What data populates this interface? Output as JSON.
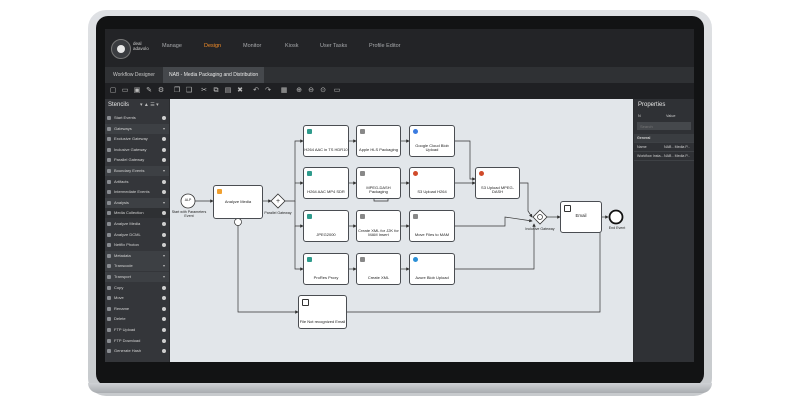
{
  "app": {
    "brand": "deal adavolo",
    "nav": [
      "Manage",
      "Design",
      "Monitor",
      "Kiosk",
      "User Tasks",
      "Profile Editor"
    ],
    "active_nav": "Design"
  },
  "tabs": [
    {
      "label": "Workflow Designer",
      "active": false
    },
    {
      "label": "NAB - Media Packaging and Distribution",
      "active": true
    }
  ],
  "stencils": {
    "title": "Stencils",
    "rows": [
      {
        "label": "Start Events",
        "kind": "item"
      },
      {
        "label": "Gateways",
        "kind": "cat"
      },
      {
        "label": "Exclusive Gateway",
        "kind": "item"
      },
      {
        "label": "Inclusive Gateway",
        "kind": "item"
      },
      {
        "label": "Parallel Gateway",
        "kind": "item"
      },
      {
        "label": "Boundary Events",
        "kind": "cat"
      },
      {
        "label": "Artifacts",
        "kind": "item"
      },
      {
        "label": "Intermediate Events",
        "kind": "item"
      },
      {
        "label": "Analysis",
        "kind": "cat"
      },
      {
        "label": "Media Collection",
        "kind": "sub"
      },
      {
        "label": "Analyze Media",
        "kind": "item"
      },
      {
        "label": "Analyze DCML",
        "kind": "item"
      },
      {
        "label": "Netflix Photon",
        "kind": "item"
      },
      {
        "label": "Metadata",
        "kind": "cat"
      },
      {
        "label": "Transcode",
        "kind": "cat"
      },
      {
        "label": "Transport",
        "kind": "cat"
      },
      {
        "label": "Copy",
        "kind": "item"
      },
      {
        "label": "Move",
        "kind": "item"
      },
      {
        "label": "Rename",
        "kind": "item"
      },
      {
        "label": "Delete",
        "kind": "item"
      },
      {
        "label": "FTP Upload",
        "kind": "item"
      },
      {
        "label": "FTP Download",
        "kind": "item"
      },
      {
        "label": "Generate Hash",
        "kind": "item"
      }
    ]
  },
  "diagram": {
    "start_event": {
      "icon": "ALP",
      "label": "Start with Parameters Event"
    },
    "end_event": {
      "label": "End Event"
    },
    "parallel_gateway": {
      "label": "Parallel Gateway"
    },
    "inclusive_gateway": {
      "label": "Inclusive Gateway"
    },
    "nodes": {
      "analyze_media": "Analyze Media",
      "h264_hdr": "H264 AAC in TS HDR10",
      "apple_hls": "Apple HLS Packaging",
      "google_cloud": "Google Cloud Blob Upload",
      "h264_sdr": "H264 AAC MP4 SDR",
      "mpeg_dash": "MPEG-DASH Packaging",
      "s3_h264": "S3 Upload H264",
      "s3_mpeg": "S3 Upload MPEG-DASH",
      "jpeg2000": "JPEG2000",
      "create_xml_j2k": "Create XML for J2K for MAM Insert",
      "move_files": "Move Files to MAM",
      "proxy": "ProRes Proxy",
      "create_xml": "Create XML",
      "azure": "Azure Blob Upload",
      "email": "Email",
      "file_not_recognized": "File Not recognized Email"
    }
  },
  "properties": {
    "title": "Properties",
    "tabs": [
      "N",
      "Value"
    ],
    "search_placeholder": "Search",
    "section": "General",
    "rows": [
      {
        "k": "Name",
        "v": "NAB - Media P..."
      },
      {
        "k": "Workflow Insta...",
        "v": "NAB - Media P..."
      }
    ]
  }
}
